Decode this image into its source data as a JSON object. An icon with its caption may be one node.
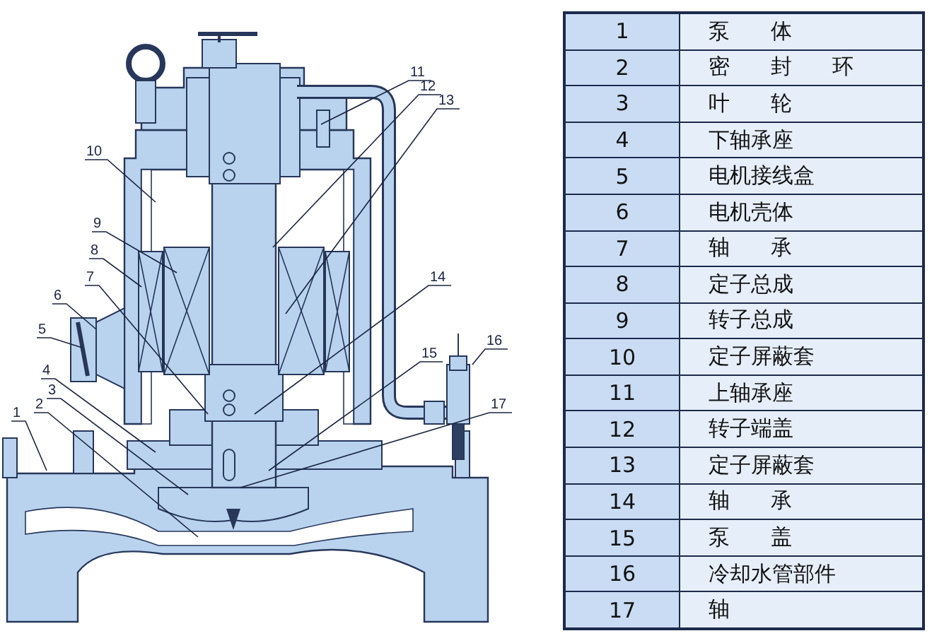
{
  "diagram": {
    "nodes": [
      {
        "text": [
          "1"
        ]
      },
      {
        "text": [
          "2"
        ]
      },
      {
        "text": [
          "3"
        ]
      },
      {
        "text": [
          "4"
        ]
      },
      {
        "text": [
          "5"
        ]
      },
      {
        "text": [
          "6"
        ]
      },
      {
        "text": [
          "7"
        ]
      },
      {
        "text": [
          "8"
        ]
      },
      {
        "text": [
          "9"
        ]
      },
      {
        "text": [
          "10"
        ]
      },
      {
        "text": [
          "11"
        ]
      },
      {
        "text": [
          "12"
        ]
      },
      {
        "text": [
          "13"
        ]
      },
      {
        "text": [
          "14"
        ]
      },
      {
        "text": [
          "15"
        ]
      },
      {
        "text": [
          "16"
        ]
      },
      {
        "text": [
          "17"
        ]
      }
    ],
    "edges": [
      {
        "from": 0,
        "to": null,
        "arrow": "none"
      },
      {
        "from": 1,
        "to": null,
        "arrow": "none"
      },
      {
        "from": 2,
        "to": null,
        "arrow": "none"
      },
      {
        "from": 3,
        "to": null,
        "arrow": "none"
      },
      {
        "from": 4,
        "to": null,
        "arrow": "none"
      },
      {
        "from": 5,
        "to": null,
        "arrow": "none"
      },
      {
        "from": 6,
        "to": null,
        "arrow": "none"
      },
      {
        "from": 7,
        "to": null,
        "arrow": "none"
      },
      {
        "from": 8,
        "to": null,
        "arrow": "none"
      },
      {
        "from": 9,
        "to": null,
        "arrow": "none"
      },
      {
        "from": 10,
        "to": null,
        "arrow": "none"
      },
      {
        "from": 11,
        "to": null,
        "arrow": "none"
      },
      {
        "from": 12,
        "to": null,
        "arrow": "none"
      },
      {
        "from": 13,
        "to": null,
        "arrow": "none"
      },
      {
        "from": 14,
        "to": null,
        "arrow": "none"
      },
      {
        "from": 15,
        "to": null,
        "arrow": "none"
      },
      {
        "from": 16,
        "to": null,
        "arrow": "none"
      }
    ],
    "labels": [
      "1",
      "泵 体",
      "2",
      "密 封 环",
      "3",
      "叶 轮",
      "4",
      "下轴承座",
      "5",
      "电机接线盒",
      "6",
      "电机壳体",
      "7",
      "轴 承",
      "8",
      "定子总成",
      "9",
      "转子总成",
      "10",
      "定子屏蔽套",
      "11",
      "上轴承座",
      "12",
      "转子端盖",
      "13",
      "定子屏蔽套",
      "14",
      "轴 承",
      "15",
      "泵 盖",
      "16",
      "冷却水管部件",
      "17",
      "轴"
    ]
  }
}
